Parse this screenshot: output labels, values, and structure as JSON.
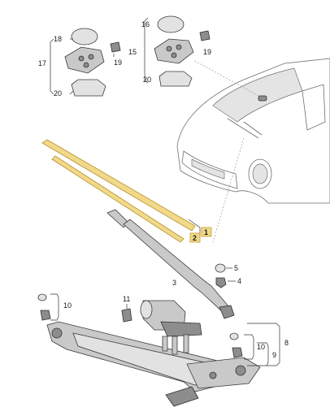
{
  "callouts": {
    "c1": "1",
    "c2": "2",
    "c3": "3",
    "c4": "4",
    "c5": "5",
    "c8": "8",
    "c9": "9",
    "c10a": "10",
    "c10b": "10",
    "c11": "11",
    "c15": "15",
    "c16": "16",
    "c17": "17",
    "c18": "18",
    "c19a": "19",
    "c19b": "19",
    "c20a": "20",
    "c20b": "20"
  },
  "highlight_color": "#f1d98a"
}
